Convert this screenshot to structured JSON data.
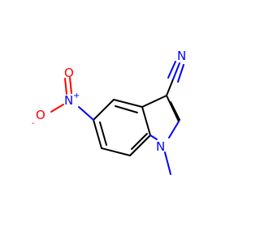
{
  "molecule": {
    "atoms": {
      "nitrile_n": "N",
      "nitro_n": "N",
      "nitro_n_charge": "+",
      "nitro_o_top": "O",
      "nitro_o_bottom": "O",
      "nitro_o_bottom_charge": "-",
      "ring_n": "N"
    },
    "colors": {
      "carbon": "#000000",
      "nitrogen": "#0000ff",
      "oxygen": "#ff0000"
    }
  }
}
